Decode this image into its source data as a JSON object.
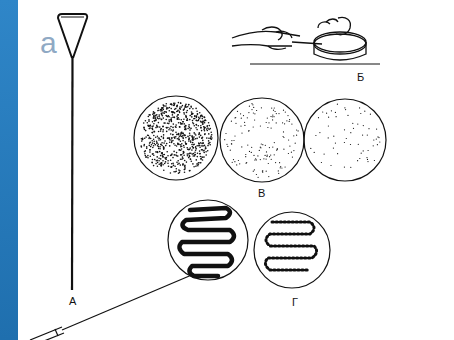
{
  "diagram": {
    "labels": [
      "а",
      "А",
      "Б",
      "В",
      "Г"
    ]
  }
}
